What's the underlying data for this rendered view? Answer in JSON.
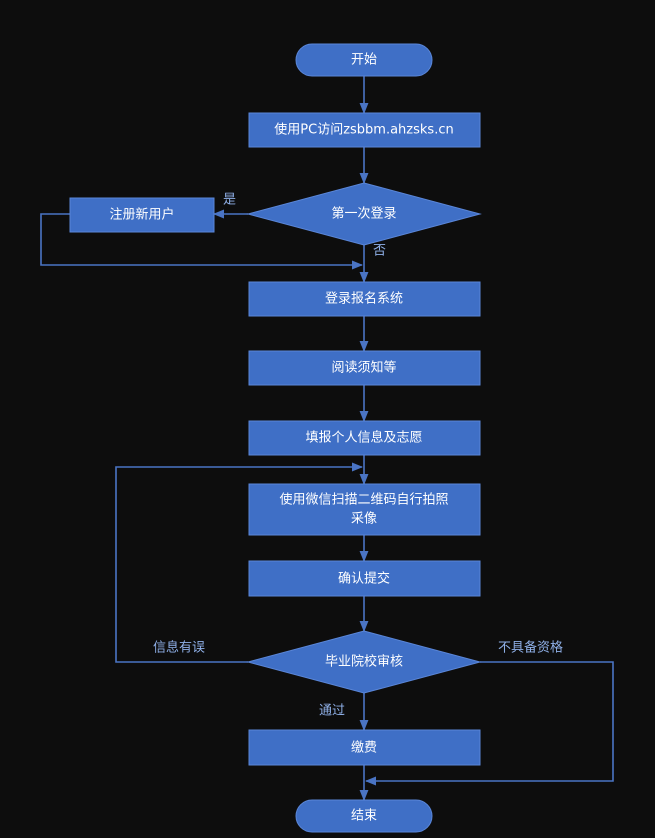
{
  "colors": {
    "background": "#0d0d0d",
    "node_fill": "#3f6fc6",
    "node_stroke": "#5a86d8",
    "connector": "#4a74c4",
    "node_text": "#ffffff",
    "edge_label": "#8fb0e8"
  },
  "nodes": {
    "start": "开始",
    "visit_pc": "使用PC访问zsbbm.ahzsks.cn",
    "first_login": "第一次登录",
    "register": "注册新用户",
    "login": "登录报名系统",
    "read_notice": "阅读须知等",
    "fill_info": "填报个人信息及志愿",
    "photo_line1": "使用微信扫描二维码自行拍照",
    "photo_line2": "采像",
    "confirm_submit": "确认提交",
    "school_review": "毕业院校审核",
    "pay": "缴费",
    "end": "结束"
  },
  "edges": {
    "yes": "是",
    "no": "否",
    "info_error": "信息有误",
    "not_qualified": "不具备资格",
    "passed": "通过"
  }
}
